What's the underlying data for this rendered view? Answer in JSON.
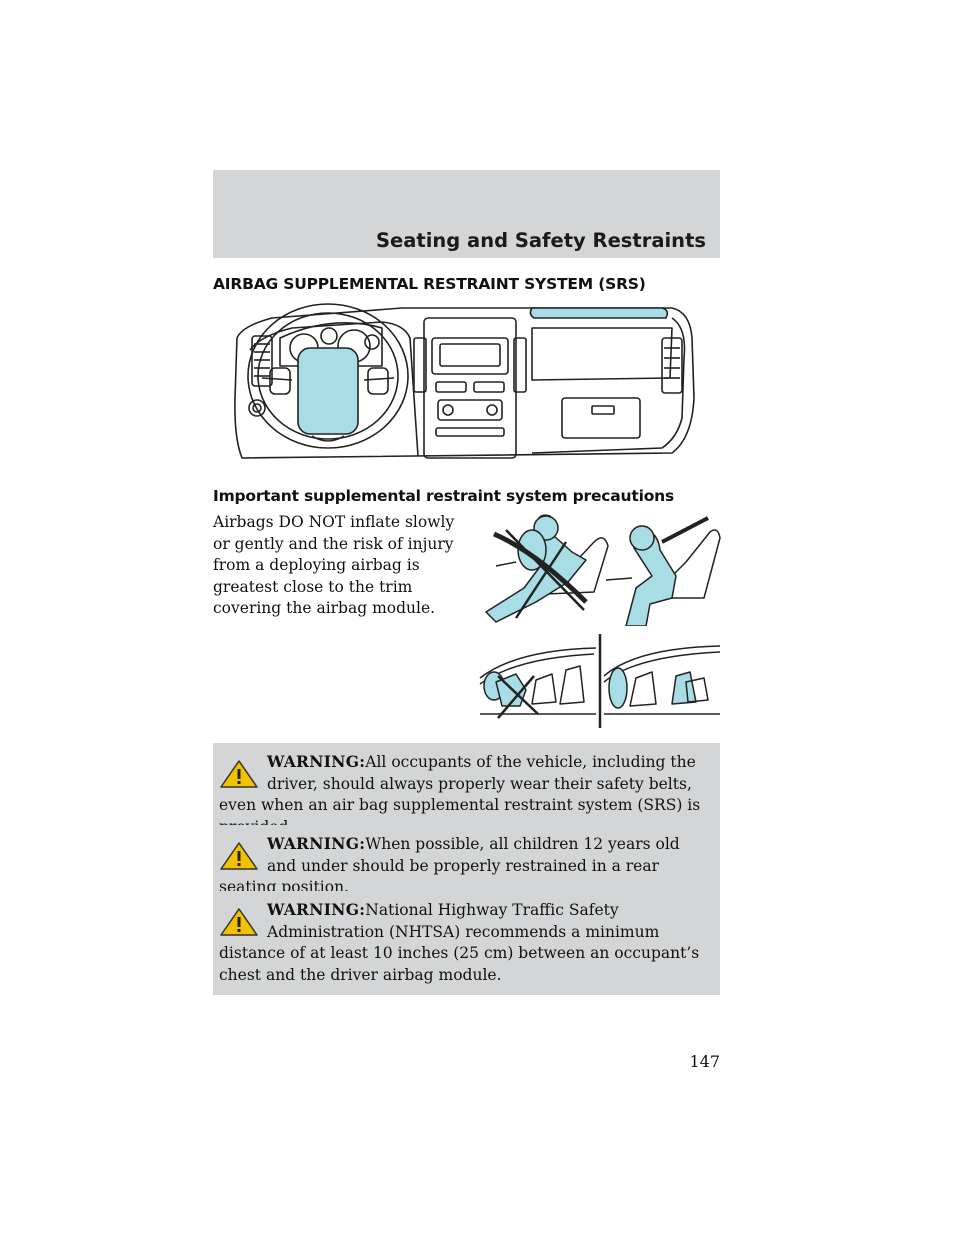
{
  "header": {
    "section": "Seating and Safety Restraints"
  },
  "heading": "AIRBAG SUPPLEMENTAL RESTRAINT SYSTEM (SRS)",
  "subheading": "Important supplemental restraint system precautions",
  "intro": "Airbags DO NOT inflate slowly or gently and the risk of injury from a deploying airbag is greatest close to the trim covering the airbag module.",
  "warnings": [
    {
      "label": "WARNING:",
      "text": "All occupants of the vehicle, including the driver, should always properly wear their safety belts, even when an air bag supplemental restraint system (SRS) is provided."
    },
    {
      "label": "WARNING:",
      "text": "When possible, all children 12 years old and under should be properly restrained in a rear seating position."
    },
    {
      "label": "WARNING:",
      "text": "National Highway Traffic Safety Administration (NHTSA) recommends a minimum distance of at least 10 inches (25 cm) between an occupant’s chest and the driver airbag module."
    }
  ],
  "page_number": "147",
  "colors": {
    "airbag": "#a9dde6",
    "band": "#d4d5d6",
    "warning_icon": "#f2c200"
  },
  "icons": [
    "dashboard-illustration",
    "occupant-position-illustration",
    "rear-seat-illustration",
    "warning-triangle-icon"
  ]
}
